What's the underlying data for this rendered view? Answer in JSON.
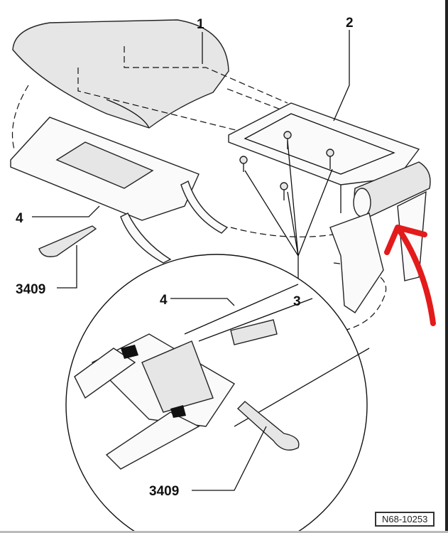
{
  "labels": {
    "armrest_lid": "1",
    "console_frame": "2",
    "screws": "3",
    "trim_panel": "4",
    "tool_3409": "3409",
    "detail_trim_panel": "4",
    "detail_tool_3409": "3409"
  },
  "reference_code": "N68-10253",
  "annotation_color": "#e31b1b"
}
